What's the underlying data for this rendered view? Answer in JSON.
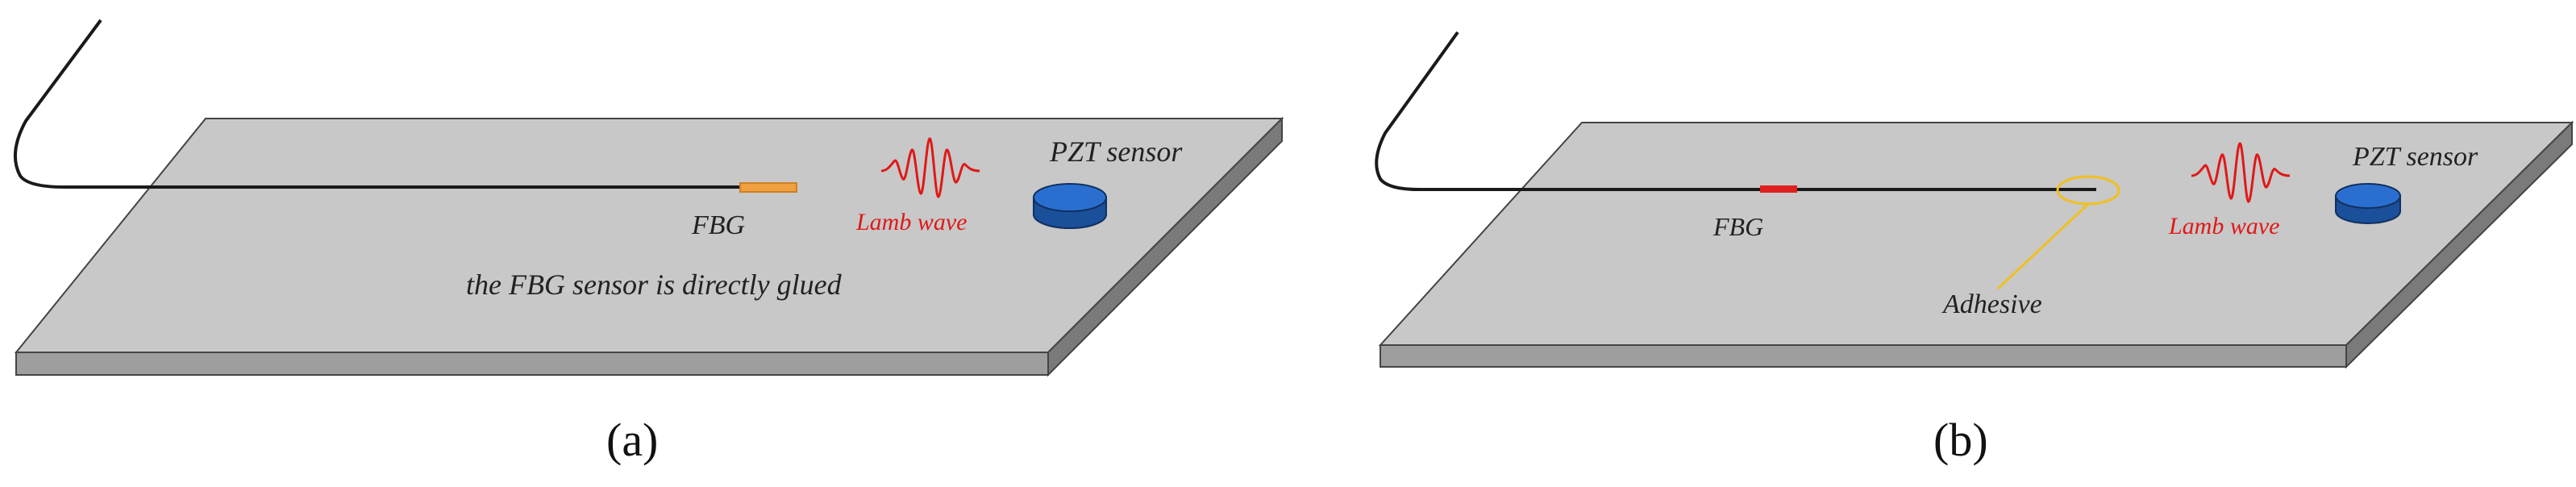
{
  "panel_a": {
    "fbg_label": "FBG",
    "lamb_wave_label": "Lamb wave",
    "pzt_label": "PZT sensor",
    "caption_text": "the FBG sensor is directly glued",
    "panel_label": "(a)"
  },
  "panel_b": {
    "fbg_label": "FBG",
    "lamb_wave_label": "Lamb wave",
    "pzt_label": "PZT sensor",
    "adhesive_label": "Adhesive",
    "panel_label": "(b)"
  },
  "colors": {
    "plate_top": "#c8c8c8",
    "plate_front": "#9e9e9e",
    "plate_side": "#7a7a7a",
    "fiber": "#1a1a1a",
    "fbg_a": "#f0a040",
    "fbg_b": "#e02020",
    "wave": "#e01818",
    "pzt_top": "#2a6fd0",
    "pzt_side": "#1a4f9a",
    "adhesive": "#f0c020"
  }
}
